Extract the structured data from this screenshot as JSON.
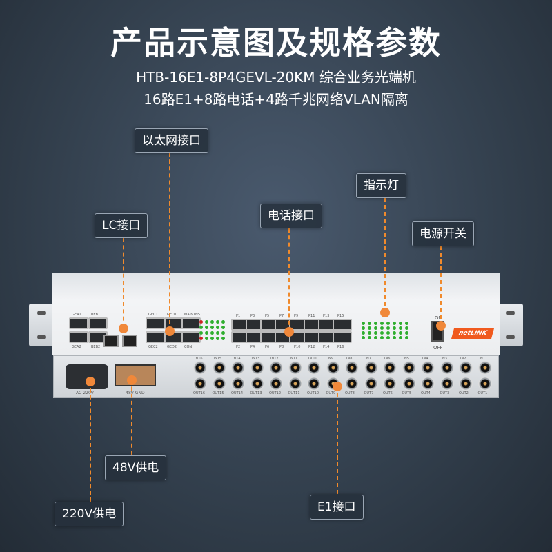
{
  "title": "产品示意图及规格参数",
  "subtitle1": "HTB-16E1-8P4GEVL-20KM 综合业务光端机",
  "subtitle2": "16路E1+8路电话+4路千兆网络VLAN隔离",
  "callouts": {
    "ethernet": "以太网接口",
    "lc": "LC接口",
    "phone": "电话接口",
    "indicator": "指示灯",
    "power_switch": "电源开关",
    "dc48": "48V供电",
    "ac220": "220V供电",
    "e1": "E1接口"
  },
  "device": {
    "eth_labels": [
      "GEA1",
      "BEB1",
      "GEA2",
      "BEB2",
      "GEC1",
      "GED1",
      "MAINTNS",
      "GEC2",
      "GED2",
      "CON"
    ],
    "phone_top": [
      "P1",
      "P3",
      "P5",
      "P7",
      "P9",
      "P11",
      "P13",
      "P15"
    ],
    "phone_bottom": [
      "P2",
      "P4",
      "P6",
      "P8",
      "P10",
      "P12",
      "P14",
      "P16"
    ],
    "in_labels": [
      "IN16",
      "IN15",
      "IN14",
      "IN13",
      "IN12",
      "IN11",
      "IN10",
      "IN9",
      "IN8",
      "IN7",
      "IN6",
      "IN5",
      "IN4",
      "IN3",
      "IN2",
      "IN1"
    ],
    "out_labels": [
      "OUT16",
      "OUT15",
      "OUT14",
      "OUT13",
      "OUT12",
      "OUT11",
      "OUT10",
      "OUT9",
      "OUT8",
      "OUT7",
      "OUT6",
      "OUT5",
      "OUT4",
      "OUT3",
      "OUT2",
      "OUT1"
    ],
    "switch_on": "ON",
    "switch_off": "OFF",
    "brand": "netLINK",
    "ac_label": "AC-220V",
    "dc_label": "-48V GND"
  },
  "colors": {
    "accent": "#f0883a",
    "brand": "#f05a1e"
  }
}
